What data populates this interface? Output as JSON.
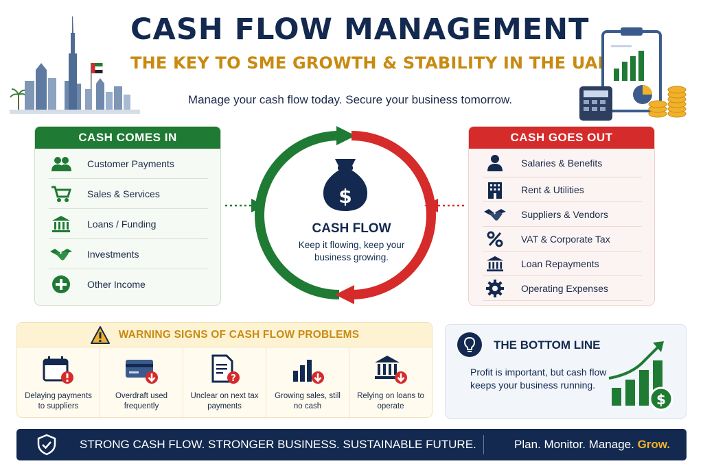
{
  "header": {
    "title": "CASH FLOW MANAGEMENT",
    "subtitle": "THE KEY TO SME GROWTH & STABILITY IN THE UAE",
    "tagline": "Manage your cash flow today. Secure your business tomorrow."
  },
  "cash_in": {
    "title": "CASH COMES IN",
    "items": [
      {
        "label": "Customer Payments",
        "icon": "customers-icon"
      },
      {
        "label": "Sales & Services",
        "icon": "cart-icon"
      },
      {
        "label": "Loans / Funding",
        "icon": "bank-icon"
      },
      {
        "label": "Investments",
        "icon": "handshake-icon"
      },
      {
        "label": "Other Income",
        "icon": "plus-circle-icon"
      }
    ]
  },
  "cash_out": {
    "title": "CASH GOES OUT",
    "items": [
      {
        "label": "Salaries & Benefits",
        "icon": "person-icon"
      },
      {
        "label": "Rent & Utilities",
        "icon": "building-icon"
      },
      {
        "label": "Suppliers & Vendors",
        "icon": "handshake-icon"
      },
      {
        "label": "VAT & Corporate Tax",
        "icon": "percent-icon"
      },
      {
        "label": "Loan Repayments",
        "icon": "bank-icon"
      },
      {
        "label": "Operating Expenses",
        "icon": "gear-icon"
      }
    ]
  },
  "center": {
    "title": "CASH FLOW",
    "subtitle": "Keep it flowing, keep your business growing."
  },
  "warning": {
    "title": "WARNING SIGNS OF CASH FLOW PROBLEMS",
    "items": [
      {
        "label": "Delaying payments to suppliers",
        "icon": "calendar-alert-icon"
      },
      {
        "label": "Overdraft used frequently",
        "icon": "card-down-icon"
      },
      {
        "label": "Unclear on next tax payments",
        "icon": "document-question-icon"
      },
      {
        "label": "Growing sales, still no cash",
        "icon": "bars-down-icon"
      },
      {
        "label": "Relying on loans to operate",
        "icon": "bank-down-icon"
      }
    ]
  },
  "bottom_line": {
    "title": "THE BOTTOM LINE",
    "text": "Profit is important, but cash flow keeps your business running."
  },
  "footer": {
    "left": "STRONG CASH FLOW. STRONGER BUSINESS. SUSTAINABLE FUTURE.",
    "right_prefix": "Plan. Monitor. Manage.",
    "right_highlight": "Grow."
  },
  "colors": {
    "navy": "#13294f",
    "green": "#1f7a34",
    "red": "#d52b2b",
    "gold": "#c98a12"
  }
}
